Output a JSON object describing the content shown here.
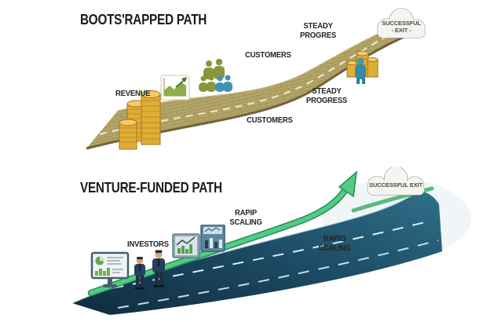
{
  "bootstrapped": {
    "title": "BOOTS'RAPPED PATH",
    "revenue_label": "REVENUE",
    "customers_label_top": "CUSTOMERS",
    "customers_label_bottom": "CUSTOMERS",
    "steady_progress_top": {
      "line1": "STEADY",
      "line2": "PROGRES"
    },
    "steady_progress_mid": {
      "line1": "STEADY",
      "line2": "PROGRESS"
    },
    "cloud": {
      "line1": "SUCCESSFUL",
      "line2": "- EXIT -"
    },
    "icons": [
      "coin-stacks",
      "growth-chart",
      "customers-group",
      "exit-person-with-coins"
    ]
  },
  "venture": {
    "title": "VENTURE-FUNDED PATH",
    "investors_label": "INVESTORS",
    "rapid_scaling_mid": {
      "line1": "RAPIP",
      "line2": "SCALING"
    },
    "rapid_scaling_right": {
      "line1": "RAPID",
      "line2": "SCALING"
    },
    "cloud_label": "SUCCESSFUL EXIT",
    "icons": [
      "monitor-dashboard",
      "investor-figures",
      "analytics-cards",
      "growth-arrow"
    ]
  },
  "colors": {
    "background": "#ffffff",
    "text": "#232323",
    "bootstrapped_road": "#b3a467",
    "bootstrapped_road_edge": "#6f6339",
    "road_center_dash": "#f2ecd6",
    "venture_road_dark": "#102c3f",
    "venture_road_light": "#2f7089",
    "lane_dash": "#dcedf4",
    "arrow_green": "#55c986",
    "arrow_green_dark": "#1f9151",
    "coin_gold": "#e0ad36",
    "people_olive": "#88973c",
    "people_blue": "#3d93b5",
    "suit_navy": "#24405c",
    "cloud_fill": "#f4f4f1",
    "cloud_border": "#a3a39e"
  }
}
